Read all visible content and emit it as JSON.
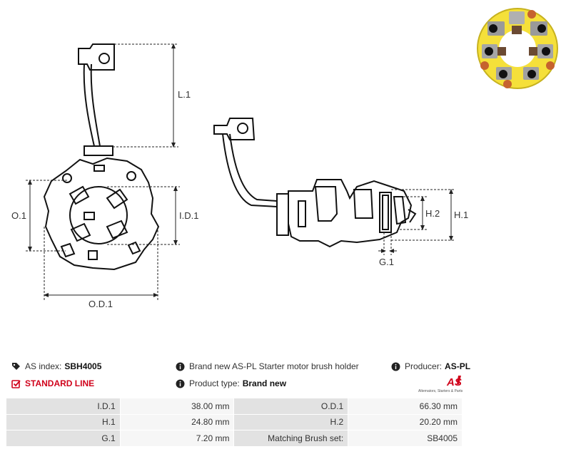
{
  "drawing": {
    "labels": {
      "l1": "L.1",
      "o1": "O.1",
      "id1": "I.D.1",
      "od1": "O.D.1",
      "h1": "H.1",
      "h2": "H.2",
      "g1": "G.1"
    }
  },
  "info": {
    "as_index_label": "AS index:",
    "as_index_value": "SBH4005",
    "description": "Brand new AS-PL Starter motor brush holder",
    "producer_label": "Producer:",
    "producer_value": "AS-PL",
    "line_label": "STANDARD LINE",
    "product_type_label": "Product type:",
    "product_type_value": "Brand new"
  },
  "logo": {
    "text": "AS",
    "tagline": "Alternators, Starters & Parts",
    "color": "#d0021b"
  },
  "specs": [
    {
      "label1": "I.D.1",
      "value1": "38.00 mm",
      "label2": "O.D.1",
      "value2": "66.30 mm"
    },
    {
      "label1": "H.1",
      "value1": "24.80 mm",
      "label2": "H.2",
      "value2": "20.20 mm"
    },
    {
      "label1": "G.1",
      "value1": "7.20 mm",
      "label2": "Matching Brush set:",
      "value2": "SB4005"
    }
  ]
}
